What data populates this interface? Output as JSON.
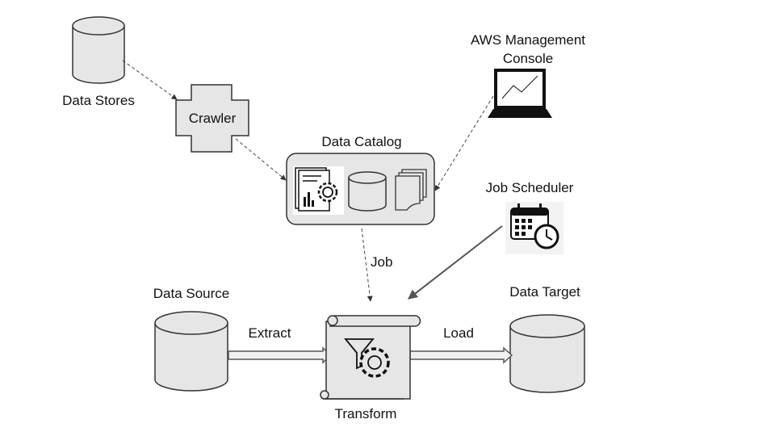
{
  "diagram": {
    "nodes": {
      "data_stores": {
        "label": "Data Stores",
        "icon": "database-icon"
      },
      "crawler": {
        "label": "Crawler",
        "icon": "cross-shape"
      },
      "aws_console": {
        "label_line1": "AWS Management",
        "label_line2": "Console",
        "icon": "laptop-icon"
      },
      "data_catalog": {
        "label": "Data Catalog",
        "icons": [
          "report-gear-icon",
          "database-icon",
          "documents-icon"
        ]
      },
      "job_scheduler": {
        "label": "Job Scheduler",
        "icon": "calendar-clock-icon"
      },
      "data_source": {
        "label": "Data Source",
        "icon": "database-icon"
      },
      "transform": {
        "label": "Transform",
        "icon": "funnel-gear-icon"
      },
      "data_target": {
        "label": "Data Target",
        "icon": "database-icon"
      }
    },
    "edges": {
      "job": "Job",
      "extract": "Extract",
      "load": "Load"
    }
  }
}
